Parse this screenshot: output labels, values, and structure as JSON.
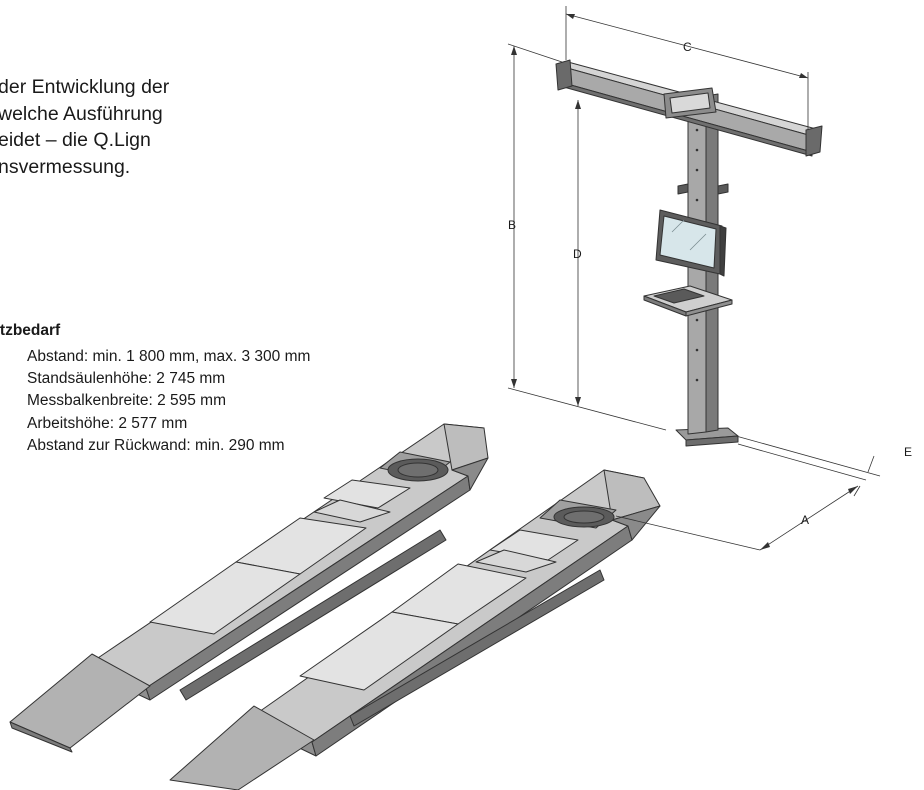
{
  "intro": {
    "lines": [
      "der Entwicklung der",
      "welche Ausführung",
      "eidet – die Q.Lign",
      "nsvermessung."
    ]
  },
  "space": {
    "title": "latzbedarf",
    "items": [
      "Abstand: min. 1 800 mm, max. 3 300 mm",
      "Standsäulenhöhe: 2 745 mm",
      "Messbalkenbreite: 2 595 mm",
      "Arbeitshöhe: 2 577 mm",
      "Abstand zur Rückwand: min. 290 mm"
    ]
  },
  "dimensions": {
    "a": "A",
    "b": "B",
    "c": "C",
    "d": "D",
    "e": "E"
  },
  "colors": {
    "line": "#333333",
    "metal_top": "#c9c9c9",
    "metal_side": "#8f8f8f",
    "metal_dark": "#6e6e6e",
    "plate": "#e2e2e2",
    "screen": "#d7e6ea"
  }
}
